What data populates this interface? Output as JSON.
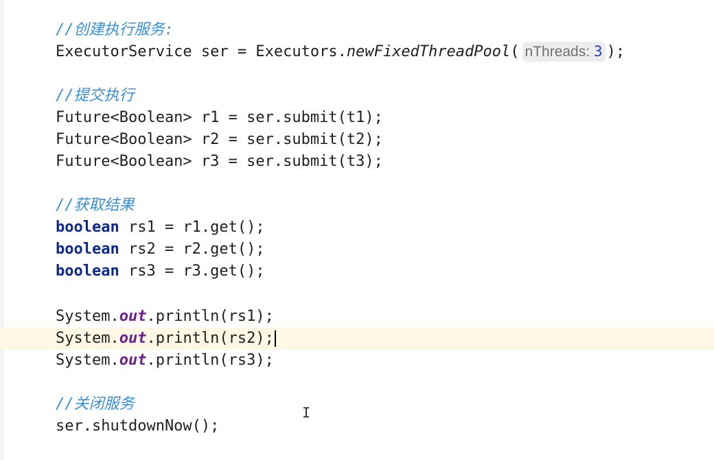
{
  "editor": {
    "comment_create": "//创建执行服务:",
    "line_executor": {
      "prefix": "ExecutorService ser = Executors.",
      "method": "newFixedThreadPool",
      "open": "(",
      "hint_name": "nThreads:",
      "hint_value": "3",
      "close": ");"
    },
    "comment_submit": "//提交执行",
    "submit_lines": [
      "Future<Boolean> r1 = ser.submit(t1);",
      "Future<Boolean> r2 = ser.submit(t2);",
      "Future<Boolean> r3 = ser.submit(t3);"
    ],
    "comment_result": "//获取结果",
    "get_lines": [
      {
        "keyword": "boolean",
        "rest": " rs1 = r1.get();"
      },
      {
        "keyword": "boolean",
        "rest": " rs2 = r2.get();"
      },
      {
        "keyword": "boolean",
        "rest": " rs3 = r3.get();"
      }
    ],
    "print_lines": [
      {
        "prefix": "System.",
        "field": "out",
        "suffix": ".println(rs1);"
      },
      {
        "prefix": "System.",
        "field": "out",
        "suffix": ".println(rs2);"
      },
      {
        "prefix": "System.",
        "field": "out",
        "suffix": ".println(rs3);"
      }
    ],
    "comment_close": "//关闭服务",
    "shutdown_line": "ser.shutdownNow();"
  },
  "colors": {
    "comment": "#3a8fd6",
    "keyword": "#0b2a8a",
    "static_field": "#6f1f8f",
    "current_line": "#fdf7e4"
  },
  "cursor": {
    "mouse_glyph": "I"
  }
}
